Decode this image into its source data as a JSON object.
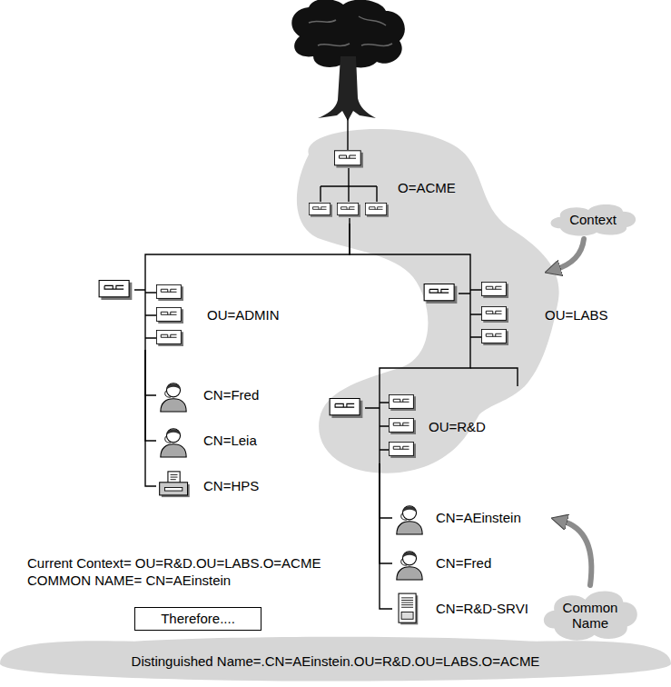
{
  "diagram": {
    "nodes": [
      {
        "text": [
          "O=ACME"
        ]
      },
      {
        "text": [
          "OU=ADMIN"
        ]
      },
      {
        "text": [
          "CN=Fred"
        ]
      },
      {
        "text": [
          "CN=Leia"
        ]
      },
      {
        "text": [
          "CN=HPS"
        ]
      },
      {
        "text": [
          "OU=LABS"
        ]
      },
      {
        "text": [
          "Context"
        ]
      },
      {
        "text": [
          "OU=R&D"
        ]
      },
      {
        "text": [
          "CN=AEinstein"
        ]
      },
      {
        "text": [
          "CN=Fred"
        ]
      },
      {
        "text": [
          "CN=R&D-SRVI"
        ]
      },
      {
        "text": [
          "Common Name"
        ]
      },
      {
        "text": [
          "Therefore...."
        ]
      },
      {
        "text": [
          "Distinguished Name=.CN=AEinstein.OU=R&D.OU=LABS.O=ACME"
        ]
      }
    ],
    "edges": [
      {
        "from": 0,
        "to": 1,
        "arrow": "none"
      },
      {
        "from": 0,
        "to": 5,
        "arrow": "none"
      },
      {
        "from": 1,
        "to": 2,
        "arrow": "none"
      },
      {
        "from": 1,
        "to": 3,
        "arrow": "none"
      },
      {
        "from": 1,
        "to": 4,
        "arrow": "none"
      },
      {
        "from": 5,
        "to": 7,
        "arrow": "none"
      },
      {
        "from": 7,
        "to": 8,
        "arrow": "none"
      },
      {
        "from": 7,
        "to": 9,
        "arrow": "none"
      },
      {
        "from": 7,
        "to": 10,
        "arrow": "none"
      },
      {
        "from": 6,
        "to": 5,
        "arrow": "to"
      },
      {
        "from": 11,
        "to": 8,
        "arrow": "to"
      }
    ],
    "labels": [
      "Current Context= OU=R&D.OU=LABS.O=ACME",
      "COMMON NAME= CN=AEinstein"
    ]
  }
}
